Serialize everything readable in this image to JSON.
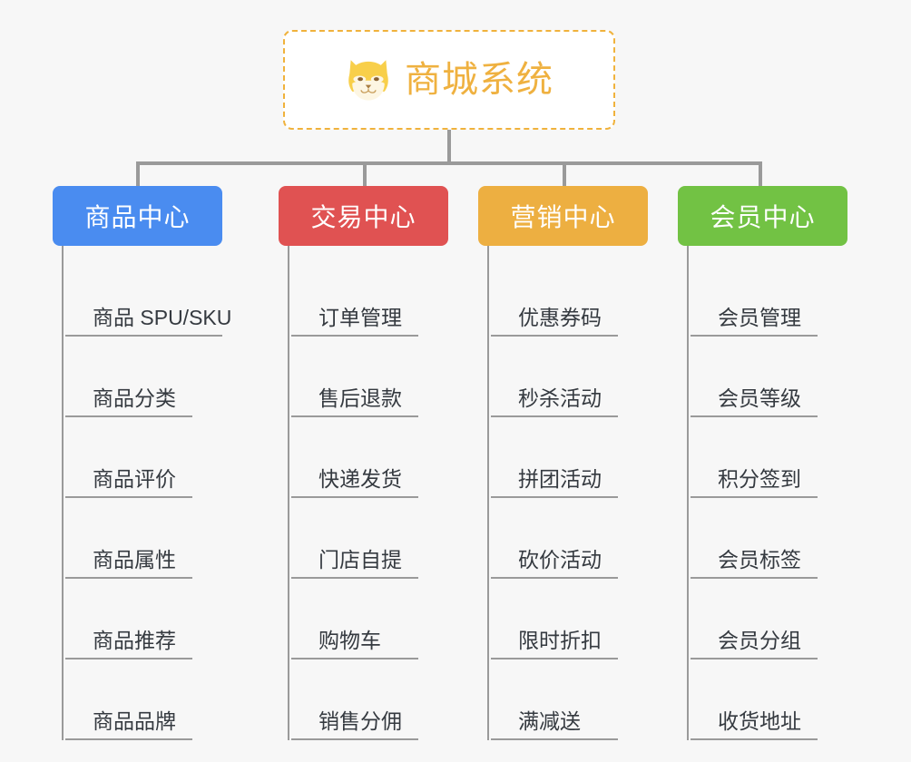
{
  "diagram": {
    "type": "org-chart",
    "background_color": "#f7f7f7",
    "connector_color": "#9a9a9a",
    "root": {
      "title": "商城系统",
      "icon": "dog-face-icon",
      "text_color": "#efb140",
      "border_color": "#f0b23c",
      "border_style": "dashed",
      "background_color": "#ffffff"
    },
    "branches": [
      {
        "label": "商品中心",
        "color": "#4a8cf0",
        "items": [
          "商品 SPU/SKU",
          "商品分类",
          "商品评价",
          "商品属性",
          "商品推荐",
          "商品品牌"
        ]
      },
      {
        "label": "交易中心",
        "color": "#e05252",
        "items": [
          "订单管理",
          "售后退款",
          "快递发货",
          "门店自提",
          "购物车",
          "销售分佣"
        ]
      },
      {
        "label": "营销中心",
        "color": "#edaf41",
        "items": [
          "优惠券码",
          "秒杀活动",
          "拼团活动",
          "砍价活动",
          "限时折扣",
          "满减送"
        ]
      },
      {
        "label": "会员中心",
        "color": "#72c244",
        "items": [
          "会员管理",
          "会员等级",
          "积分签到",
          "会员标签",
          "会员分组",
          "收货地址"
        ]
      }
    ]
  }
}
